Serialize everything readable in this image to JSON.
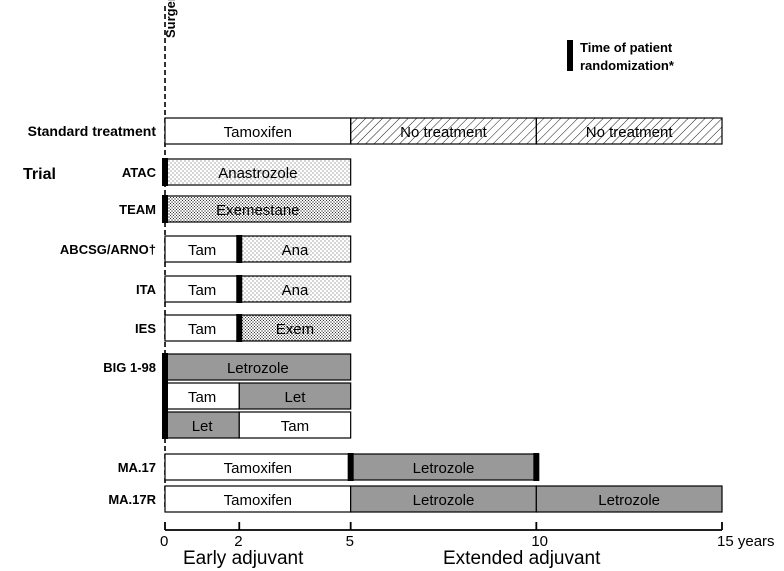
{
  "surgery_label": "Surgery",
  "legend": {
    "line1": "Time of patient",
    "line2": "randomization*"
  },
  "trial_heading": "Trial",
  "axis": {
    "ticks": [
      {
        "value": 0,
        "label": "0"
      },
      {
        "value": 2,
        "label": "2"
      },
      {
        "value": 5,
        "label": "5"
      },
      {
        "value": 10,
        "label": "10"
      },
      {
        "value": 15,
        "label": "15 years"
      }
    ],
    "max": 15,
    "phase_labels": {
      "early": "Early adjuvant",
      "extended": "Extended adjuvant"
    }
  },
  "colors": {
    "tamoxifen": "#ffffff",
    "letrozole": "#999999",
    "stroke": "#000000"
  },
  "rows": [
    {
      "label": "Standard treatment",
      "segments": [
        {
          "start": 0,
          "end": 5,
          "label": "Tamoxifen",
          "fill": "white"
        },
        {
          "start": 5,
          "end": 10,
          "label": "No treatment",
          "fill": "hatch"
        },
        {
          "start": 10,
          "end": 15,
          "label": "No treatment",
          "fill": "hatch"
        }
      ],
      "markers": []
    },
    {
      "label": "ATAC",
      "segments": [
        {
          "start": 0,
          "end": 5,
          "label": "Anastrozole",
          "fill": "dots-light"
        }
      ],
      "markers": [
        0
      ]
    },
    {
      "label": "TEAM",
      "segments": [
        {
          "start": 0,
          "end": 5,
          "label": "Exemestane",
          "fill": "dots-dense"
        }
      ],
      "markers": [
        0
      ]
    },
    {
      "label": "ABCSG/ARNO†",
      "segments": [
        {
          "start": 0,
          "end": 2,
          "label": "Tam",
          "fill": "white"
        },
        {
          "start": 2,
          "end": 5,
          "label": "Ana",
          "fill": "dots-light"
        }
      ],
      "markers": [
        2
      ]
    },
    {
      "label": "ITA",
      "segments": [
        {
          "start": 0,
          "end": 2,
          "label": "Tam",
          "fill": "white"
        },
        {
          "start": 2,
          "end": 5,
          "label": "Ana",
          "fill": "dots-light"
        }
      ],
      "markers": [
        2
      ]
    },
    {
      "label": "IES",
      "segments": [
        {
          "start": 0,
          "end": 2,
          "label": "Tam",
          "fill": "white"
        },
        {
          "start": 2,
          "end": 5,
          "label": "Exem",
          "fill": "dots-dense"
        }
      ],
      "markers": [
        2
      ]
    },
    {
      "label": "BIG 1-98",
      "segments": [
        {
          "start": 0,
          "end": 5,
          "label": "Letrozole",
          "fill": "gray"
        }
      ],
      "markers": []
    },
    {
      "label": "",
      "segments": [
        {
          "start": 0,
          "end": 2,
          "label": "Tam",
          "fill": "white"
        },
        {
          "start": 2,
          "end": 5,
          "label": "Let",
          "fill": "gray"
        }
      ],
      "markers": []
    },
    {
      "label": "",
      "segments": [
        {
          "start": 0,
          "end": 2,
          "label": "Let",
          "fill": "gray"
        },
        {
          "start": 2,
          "end": 5,
          "label": "Tam",
          "fill": "white"
        }
      ],
      "markers": []
    },
    {
      "label": "MA.17",
      "segments": [
        {
          "start": 0,
          "end": 5,
          "label": "Tamoxifen",
          "fill": "white"
        },
        {
          "start": 5,
          "end": 10,
          "label": "Letrozole",
          "fill": "gray"
        }
      ],
      "markers": [
        5,
        10
      ]
    },
    {
      "label": "MA.17R",
      "segments": [
        {
          "start": 0,
          "end": 5,
          "label": "Tamoxifen",
          "fill": "white"
        },
        {
          "start": 5,
          "end": 10,
          "label": "Letrozole",
          "fill": "gray"
        },
        {
          "start": 10,
          "end": 15,
          "label": "Letrozole",
          "fill": "gray"
        }
      ],
      "markers": []
    }
  ]
}
